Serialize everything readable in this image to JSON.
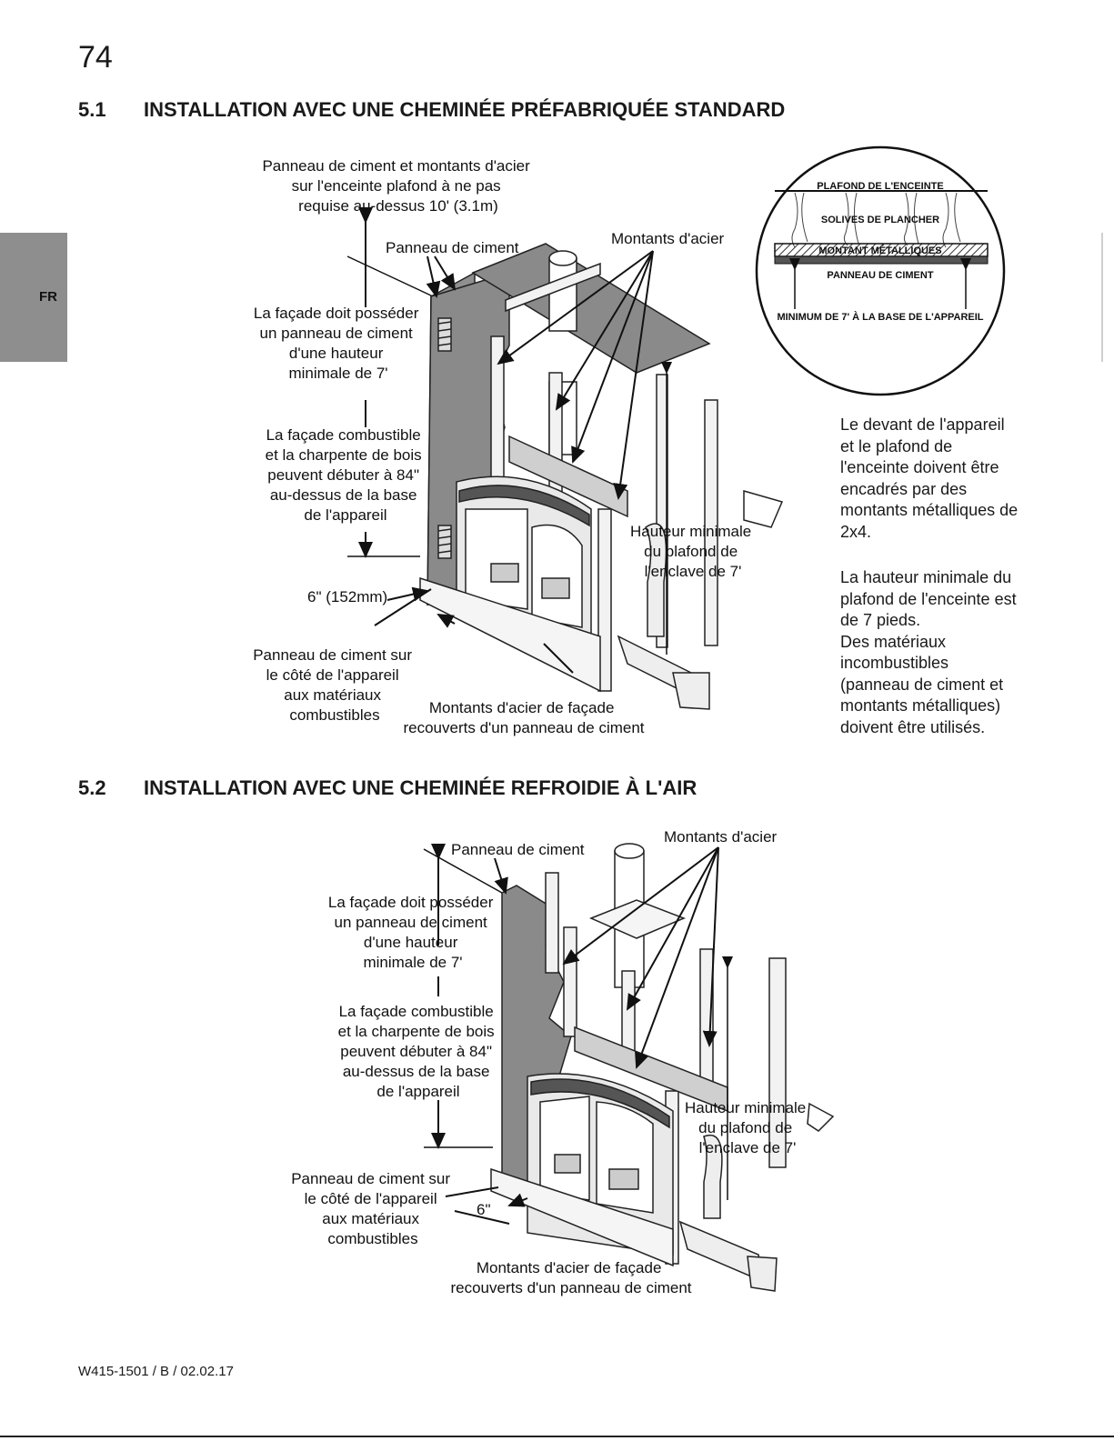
{
  "page": {
    "number": "74",
    "language_tab": "FR",
    "footer": "W415-1501 / B / 02.02.17"
  },
  "section1": {
    "number": "5.1",
    "title": "INSTALLATION AVEC UNE CHEMINÉE PRÉFABRIQUÉE STANDARD",
    "labels": {
      "top_note": [
        "Panneau de ciment et montants d'acier",
        "sur l'enceinte plafond à ne pas",
        "requise au-dessus 10' (3.1m)"
      ],
      "cement_panel": "Panneau de ciment",
      "steel_studs": "Montants d'acier",
      "facade_cement": [
        "La façade doit posséder",
        "un panneau de ciment",
        "d'une hauteur",
        "minimale de 7'"
      ],
      "facade_combustible": [
        "La façade combustible",
        "et la charpente de bois",
        "peuvent débuter à 84\"",
        "au-dessus de la base",
        "de l'appareil"
      ],
      "side_clearance": "6\" (152mm)",
      "side_panel": [
        "Panneau de ciment sur",
        "le côté de l'appareil",
        "aux matériaux",
        "combustibles"
      ],
      "front_studs": [
        "Montants d'acier de façade",
        "recouverts d'un panneau de ciment"
      ],
      "min_height": [
        "Hauteur minimale",
        "du plafond de",
        "l'enclave de 7'"
      ]
    },
    "detail": {
      "ceiling": "PLAFOND DE L'ENCEINTE",
      "joists": "SOLIVES DE PLANCHER",
      "metal_stud": "MONTANT MÉTALLIQUES",
      "cement_board": "PANNEAU DE CIMENT",
      "minimum": "MINIMUM DE 7' À LA BASE DE L'APPAREIL"
    },
    "notes": {
      "note1": "Le devant de l'appareil et le plafond de l'enceinte doivent être encadrés par des montants métalliques de 2x4.",
      "note2_a": "La hauteur minimale du plafond de l'enceinte est de 7 pieds.",
      "note2_b": "Des matériaux incombustibles (panneau de ciment et montants métalliques) doivent être utilisés."
    }
  },
  "section2": {
    "number": "5.2",
    "title": "INSTALLATION AVEC UNE CHEMINÉE REFROIDIE À L'AIR",
    "labels": {
      "cement_panel": "Panneau de ciment",
      "steel_studs": "Montants d'acier",
      "facade_cement": [
        "La façade doit posséder",
        "un panneau de ciment",
        "d'une hauteur",
        "minimale de 7'"
      ],
      "facade_combustible": [
        "La façade combustible",
        "et la charpente de bois",
        "peuvent débuter à 84\"",
        "au-dessus de la base",
        "de l'appareil"
      ],
      "side_clearance": "6\"",
      "side_panel": [
        "Panneau de ciment sur",
        "le côté de l'appareil",
        "aux matériaux",
        "combustibles"
      ],
      "front_studs": [
        "Montants d'acier de façade",
        "recouverts d'un panneau de ciment"
      ],
      "min_height": [
        "Hauteur minimale",
        "du plafond de",
        "l'enclave de 7'"
      ]
    }
  }
}
